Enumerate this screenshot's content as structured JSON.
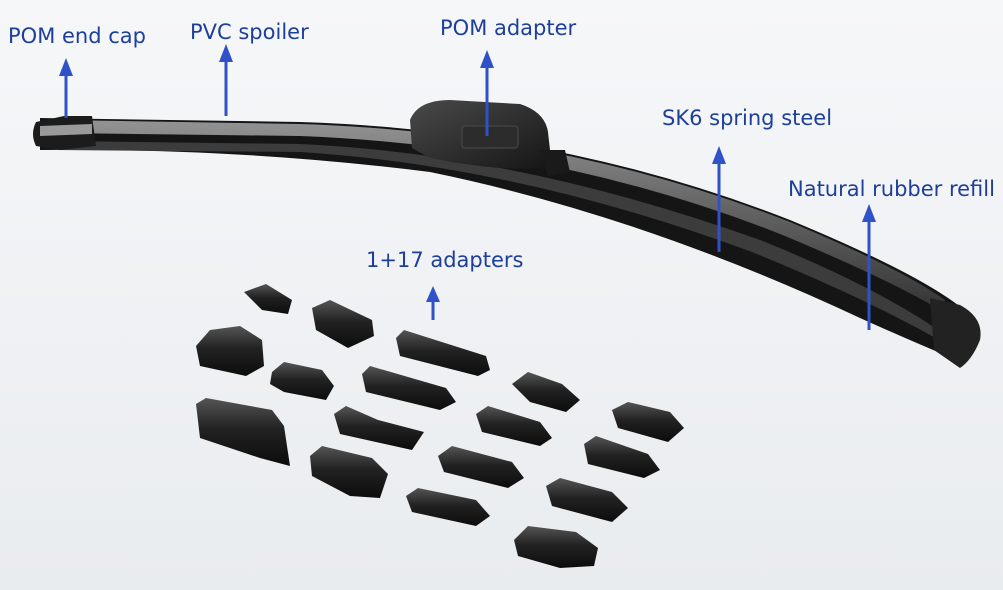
{
  "labels": {
    "end_cap": "POM end cap",
    "spoiler": "PVC spoiler",
    "adapter": "POM adapter",
    "spring_steel": "SK6 spring steel",
    "rubber_refill": "Natural rubber refill",
    "adapters_set": "1+17 adapters"
  },
  "colors": {
    "label_text": "#1d3f9a",
    "arrow": "#2f52c8",
    "background": "#f2f4f6",
    "blade": "#141414"
  }
}
